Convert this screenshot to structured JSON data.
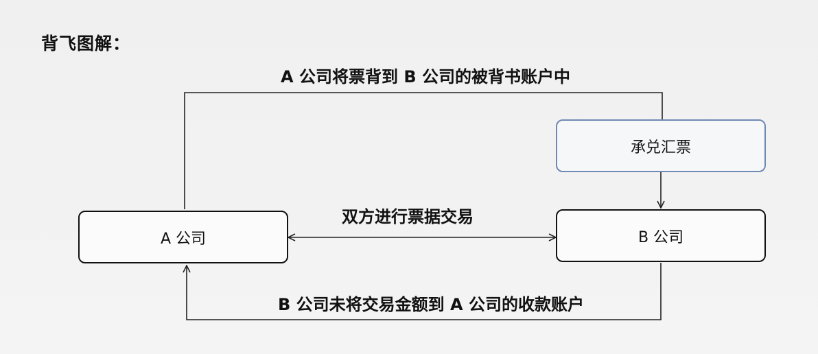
{
  "title": "背飞图解：",
  "labels": {
    "top_flow": "A 公司将票背到 B 公司的被背书账户中",
    "middle_flow": "双方进行票据交易",
    "bottom_flow": "B 公司未将交易金额到 A 公司的收款账户"
  },
  "nodes": {
    "company_a": "A 公司",
    "company_b": "B 公司",
    "bill": "承兑汇票"
  }
}
